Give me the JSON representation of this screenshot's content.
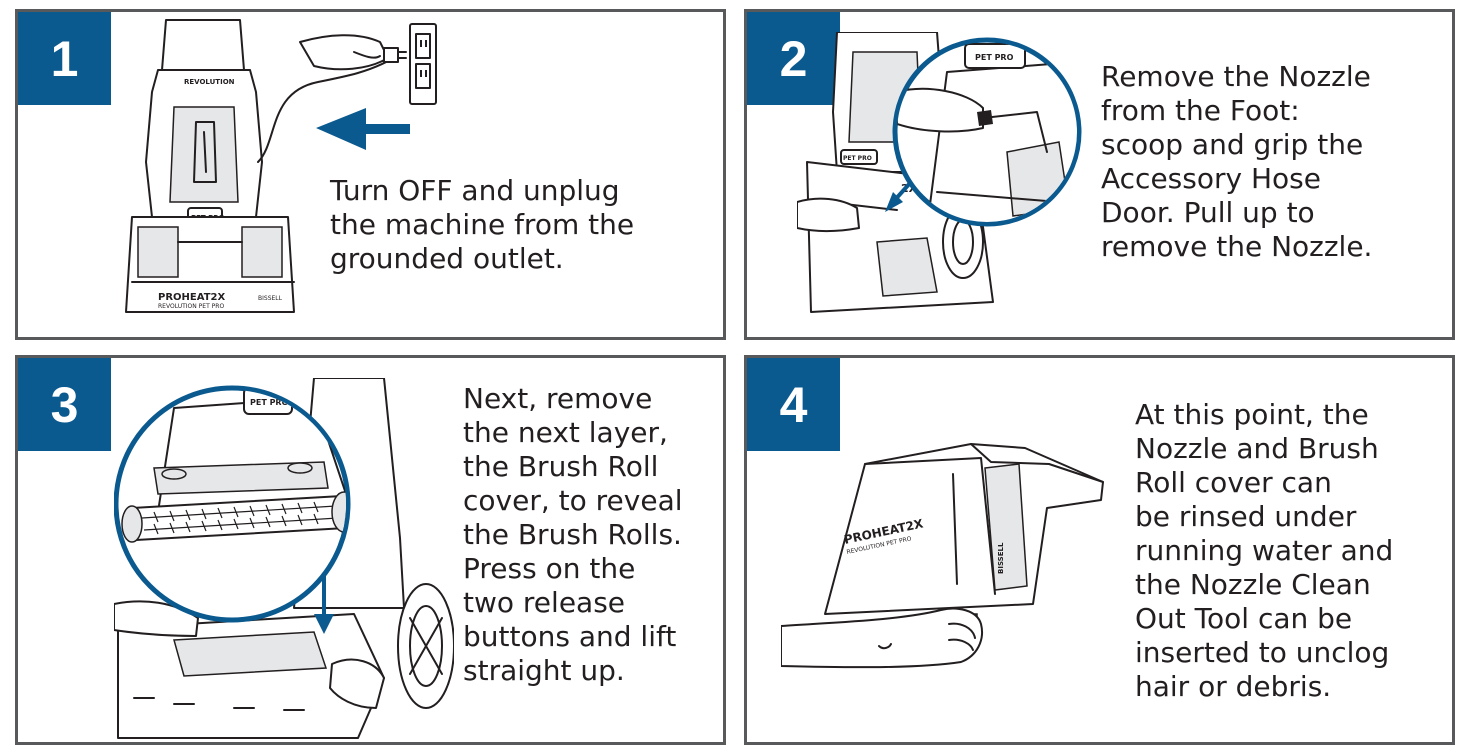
{
  "steps": [
    {
      "number": "1",
      "text": "Turn OFF and unplug\nthe machine from the\ngrounded outlet."
    },
    {
      "number": "2",
      "text": "Remove the Nozzle\nfrom the Foot:\nscoop and grip the\nAccessory Hose\nDoor. Pull up to\nremove the Nozzle."
    },
    {
      "number": "3",
      "text": "Next, remove\nthe next layer,\nthe Brush Roll\ncover, to reveal\nthe Brush Rolls.\nPress on the\ntwo release\nbuttons and lift\nstraight up."
    },
    {
      "number": "4",
      "text": "At this point, the\nNozzle and Brush\nRoll cover can\nbe rinsed under\nrunning water and\nthe Nozzle Clean\nOut Tool can be\ninserted to unclog\nhair or debris."
    }
  ],
  "product_labels": {
    "revolution": "REVOLUTION",
    "pet_pro": "PET PRO",
    "proheat": "PROHEAT2X",
    "revolution_pet_pro": "REVOLUTION PET PRO",
    "brand": "BISSELL",
    "partial_2x": "2X"
  },
  "colors": {
    "accent_blue": "#0b5a8f",
    "panel_border": "#58595b",
    "text": "#231f20"
  }
}
